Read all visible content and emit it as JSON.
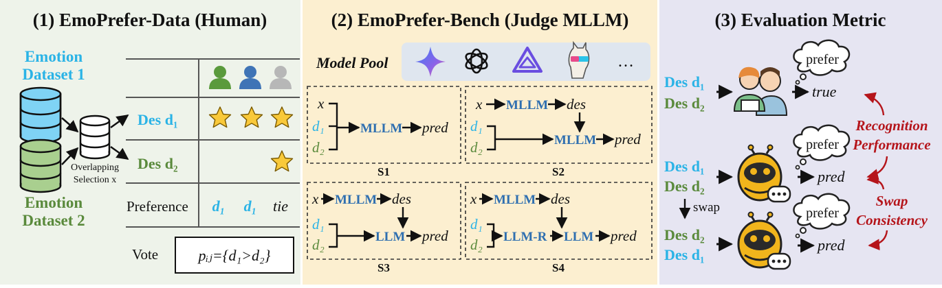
{
  "colors": {
    "panel1": "#eef3ea",
    "panel2": "#fcefd0",
    "panel3": "#e6e5f2",
    "blue_text": "#2ab3e6",
    "green_text": "#5a8a3c",
    "model_text": "#2f6fb0",
    "red_text": "#b5151b"
  },
  "panel1": {
    "title": "(1) EmoPrefer-Data (Human)",
    "dataset1": [
      "Emotion",
      "Dataset 1"
    ],
    "dataset2": [
      "Emotion",
      "Dataset 2"
    ],
    "overlap": [
      "Overlapping",
      "Selection x"
    ],
    "row_d1": "Des d₁",
    "row_d2": "Des d₂",
    "row_pref": "Preference",
    "pref_vals": [
      "d₁",
      "d₁",
      "tie"
    ],
    "vote_label": "Vote",
    "vote_formula": "pᵢⱼ={d₁>d₂}",
    "icons": [
      "user-green-icon",
      "user-blue-icon",
      "user-gray-icon",
      "star-icon",
      "database-icon"
    ]
  },
  "panel2": {
    "title": "(2) EmoPrefer-Bench (Judge MLLM)",
    "model_pool": "Model Pool",
    "pool_more": "…",
    "pool_icons": [
      "gemini-icon",
      "openai-icon",
      "qwen-icon",
      "llama-icon"
    ],
    "x": "x",
    "d1": "d₁",
    "d2": "d₂",
    "mllm": "MLLM",
    "llm": "LLM",
    "llmr": "LLM-R",
    "des": "des",
    "pred": "pred",
    "labels": [
      "S1",
      "S2",
      "S3",
      "S4"
    ]
  },
  "panel3": {
    "title": "(3) Evaluation Metric",
    "des1": "Des d₁",
    "des2": "Des d₂",
    "prefer": "prefer",
    "true_label": "true",
    "pred": "pred",
    "swap": "swap",
    "recognition": [
      "Recognition",
      "Performance"
    ],
    "consistency": [
      "Swap",
      "Consistency"
    ],
    "icons": [
      "human-annotators-icon",
      "robot-icon",
      "thought-bubble-icon"
    ]
  }
}
